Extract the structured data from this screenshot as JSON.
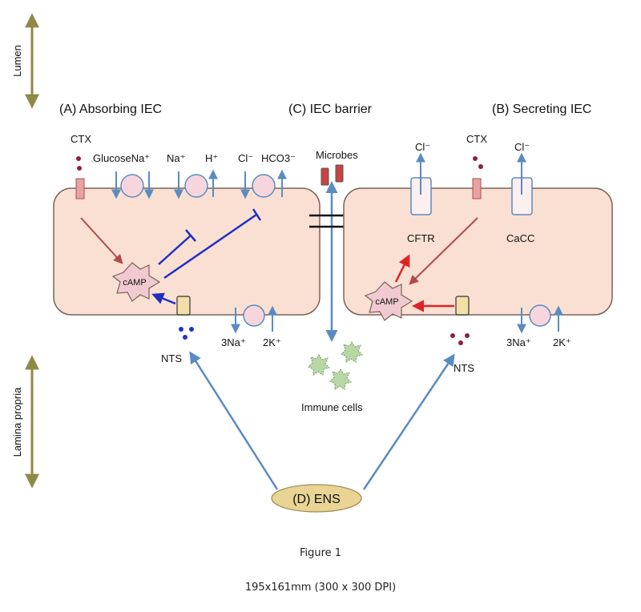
{
  "labels": {
    "lumen": "Lumen",
    "lamina_propria": "Lamina propria",
    "absorbing_title": "(A) Absorbing IEC",
    "barrier_title": "(C) IEC barrier",
    "secreting_title": "(B) Secreting IEC",
    "ens": "(D) ENS",
    "microbes": "Microbes",
    "immune_cells": "Immune cells"
  },
  "cell_a": {
    "ctx": "CTX",
    "glucose_na": "GlucoseNa⁺",
    "na": "Na⁺",
    "h": "H⁺",
    "cl": "Cl⁻",
    "hco3": "HCO3⁻",
    "camp": "cAMP",
    "nts": "NTS",
    "na3": "3Na⁺",
    "k2": "2K⁺"
  },
  "cell_b": {
    "cl_left": "Cl⁻",
    "ctx": "CTX",
    "cl_right": "Cl⁻",
    "cftr": "CFTR",
    "cacc": "CaCC",
    "camp": "cAMP",
    "nts": "NTS",
    "na3": "3Na⁺",
    "k2": "2K⁺"
  },
  "caption": {
    "figure": "Figure 1",
    "size": "195x161mm (300 x 300 DPI)"
  },
  "colors": {
    "cell_fill": "#fae0d2",
    "cell_stroke": "#7a6258",
    "transport_blue": "#5b8bc0",
    "inhibit_blue": "#1f2fc4",
    "ctx_red": "#b24b4b",
    "activate_red": "#e02222",
    "camp_fill": "#f1c9d0",
    "receptor_fill": "#f3deaa",
    "ens_fill": "#e9d493",
    "axis_olive": "#8c8a46",
    "immune_green": "#b7d7a6"
  }
}
